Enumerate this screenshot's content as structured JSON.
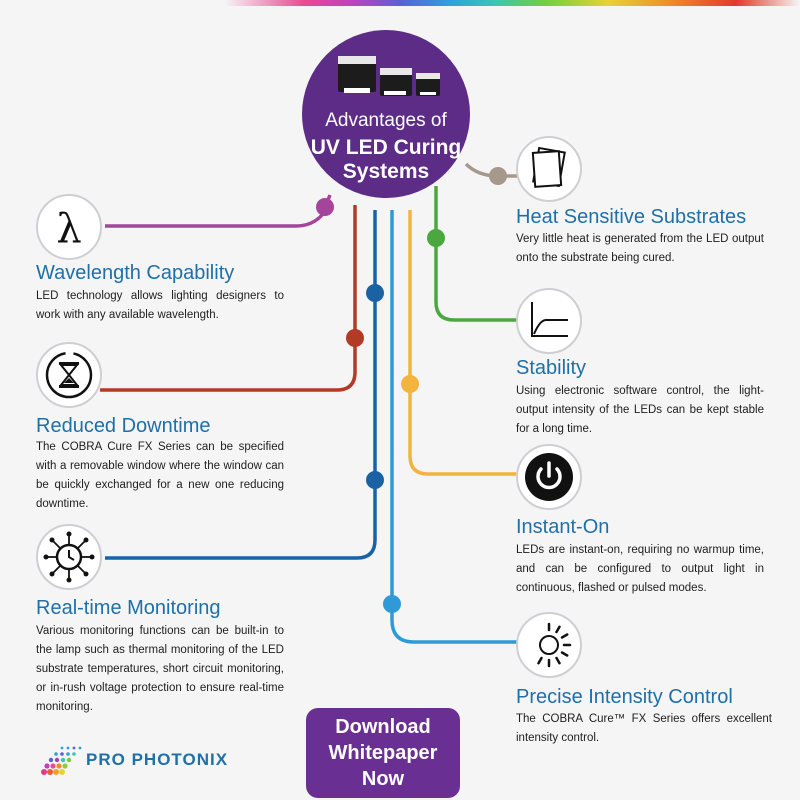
{
  "hub": {
    "line1": "Advantages of",
    "line2": "UV LED Curing Systems"
  },
  "colors": {
    "hub": "#5d2c86",
    "title": "#1f6fa8",
    "button": "#6a2f93"
  },
  "features": {
    "wavelength": {
      "icon": "lambda-icon",
      "title": "Wavelength Capability",
      "desc": "LED technology allows lighting designers to work with any available wavelength."
    },
    "downtime": {
      "icon": "hourglass-icon",
      "title": "Reduced Downtime",
      "desc": "The COBRA Cure FX Series can be specified with a removable window where the window can be quickly exchanged for a new one reducing downtime."
    },
    "monitoring": {
      "icon": "clock-circuit-icon",
      "title": "Real-time Monitoring",
      "desc": "Various monitoring functions can be built-in to the lamp such as thermal monitoring of the LED substrate temperatures, short circuit monitoring, or in-rush voltage protection to ensure real-time monitoring."
    },
    "heat": {
      "icon": "papers-icon",
      "title": "Heat Sensitive Substrates",
      "desc": "Very little heat is generated from the LED output onto the substrate being cured."
    },
    "stability": {
      "icon": "graph-icon",
      "title": "Stability",
      "desc": "Using electronic software control, the light-output intensity of the LEDs can be kept stable for a long time."
    },
    "instant": {
      "icon": "power-icon",
      "title": "Instant-On",
      "desc": "LEDs are instant-on, requiring no warmup time, and can be configured to output light in continuous, flashed or pulsed modes."
    },
    "intensity": {
      "icon": "dial-icon",
      "title": "Precise Intensity Control",
      "desc": "The COBRA Cure™ FX Series offers excellent intensity control."
    }
  },
  "button": {
    "label_1": "Download",
    "label_2": "Whitepaper",
    "label_3": "Now"
  },
  "logo": {
    "part1": "PRO",
    "part2": "PHOTONIX"
  }
}
